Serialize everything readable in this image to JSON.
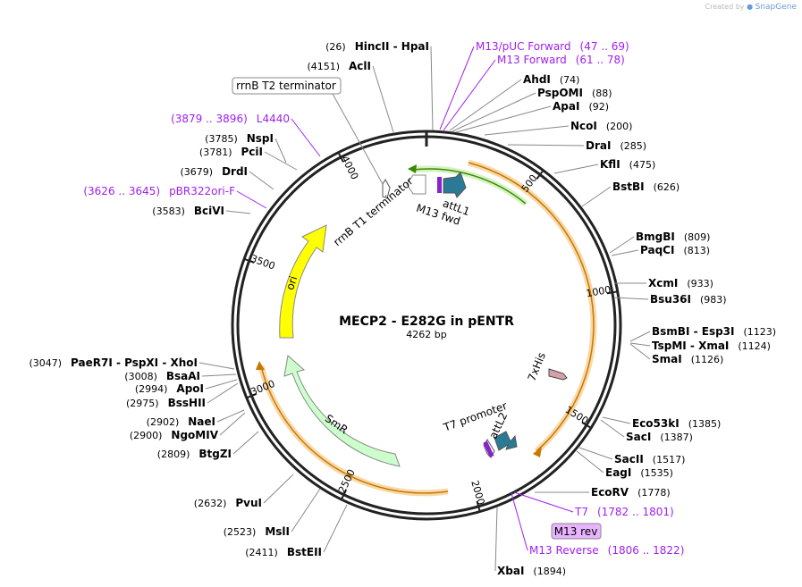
{
  "credit": {
    "text": "Created by",
    "brand": "SnapGene"
  },
  "plasmid": {
    "name": "MECP2 - E282G in pENTR",
    "length": "4262 bp"
  },
  "ticks": [
    {
      "label": "500",
      "angle": 37
    },
    {
      "label": "1000",
      "angle": 80
    },
    {
      "label": "1500",
      "angle": 122
    },
    {
      "label": "2000",
      "angle": 164
    },
    {
      "label": "2500",
      "angle": 206
    },
    {
      "label": "3000",
      "angle": 248
    },
    {
      "label": "3500",
      "angle": 290
    },
    {
      "label": "4000",
      "angle": 333
    }
  ],
  "features": {
    "ori": "ori",
    "smr": "SmR",
    "attl1": "attL1",
    "m13fwd": "M13 fwd",
    "rrnb_t1": "rrnB T1 terminator",
    "his": "7xHis",
    "t7prom": "T7 promoter",
    "attl2": "attL2",
    "rrnb_t2": "rrnB T2 terminator",
    "m13rev_box": "M13 rev"
  },
  "sites_right": [
    {
      "name": "M13/pUC Forward",
      "pos": "(47 .. 69)",
      "primer": true
    },
    {
      "name": "M13 Forward",
      "pos": "(61 .. 78)",
      "primer": true
    },
    {
      "name": "AhdI",
      "pos": "(74)"
    },
    {
      "name": "PspOMI",
      "pos": "(88)"
    },
    {
      "name": "ApaI",
      "pos": "(92)"
    },
    {
      "name": "NcoI",
      "pos": "(200)"
    },
    {
      "name": "DraI",
      "pos": "(285)"
    },
    {
      "name": "KflI",
      "pos": "(475)"
    },
    {
      "name": "BstBI",
      "pos": "(626)"
    },
    {
      "name": "BmgBI",
      "pos": "(809)"
    },
    {
      "name": "PaqCI",
      "pos": "(813)"
    },
    {
      "name": "XcmI",
      "pos": "(933)"
    },
    {
      "name": "Bsu36I",
      "pos": "(983)"
    },
    {
      "name": "BsmBI",
      "name2": "Esp3I",
      "pos": "(1123)"
    },
    {
      "name": "TspMI",
      "name2": "XmaI",
      "pos": "(1124)"
    },
    {
      "name": "SmaI",
      "pos": "(1126)"
    },
    {
      "name": "Eco53kI",
      "pos": "(1385)"
    },
    {
      "name": "SacI",
      "pos": "(1387)"
    },
    {
      "name": "SacII",
      "pos": "(1517)"
    },
    {
      "name": "EagI",
      "pos": "(1535)"
    },
    {
      "name": "EcoRV",
      "pos": "(1778)"
    },
    {
      "name": "T7",
      "pos": "(1782 .. 1801)",
      "primer": true
    },
    {
      "name": "M13 Reverse",
      "pos": "(1806 .. 1822)",
      "primer": true
    },
    {
      "name": "XbaI",
      "pos": "(1894)"
    }
  ],
  "sites_left": [
    {
      "name": "HincII",
      "name2": "HpaI",
      "pos": "(26)"
    },
    {
      "name": "AclI",
      "pos": "(4151)"
    },
    {
      "name": "L4440",
      "pos": "(3879 .. 3896)",
      "primer": true
    },
    {
      "name": "NspI",
      "pos": "(3785)"
    },
    {
      "name": "PciI",
      "pos": "(3781)"
    },
    {
      "name": "DrdI",
      "pos": "(3679)"
    },
    {
      "name": "pBR322ori-F",
      "pos": "(3626 .. 3645)",
      "primer": true
    },
    {
      "name": "BciVI",
      "pos": "(3583)"
    },
    {
      "name": "PaeR7I",
      "name2": "PspXI",
      "name3": "XhoI",
      "pos": "(3047)"
    },
    {
      "name": "BsaAI",
      "pos": "(3008)"
    },
    {
      "name": "ApoI",
      "pos": "(2994)"
    },
    {
      "name": "BssHII",
      "pos": "(2975)"
    },
    {
      "name": "NaeI",
      "pos": "(2902)"
    },
    {
      "name": "NgoMIV",
      "pos": "(2900)"
    },
    {
      "name": "BtgZI",
      "pos": "(2809)"
    },
    {
      "name": "PvuI",
      "pos": "(2632)"
    },
    {
      "name": "MslI",
      "pos": "(2523)"
    },
    {
      "name": "BstEII",
      "pos": "(2411)"
    }
  ]
}
